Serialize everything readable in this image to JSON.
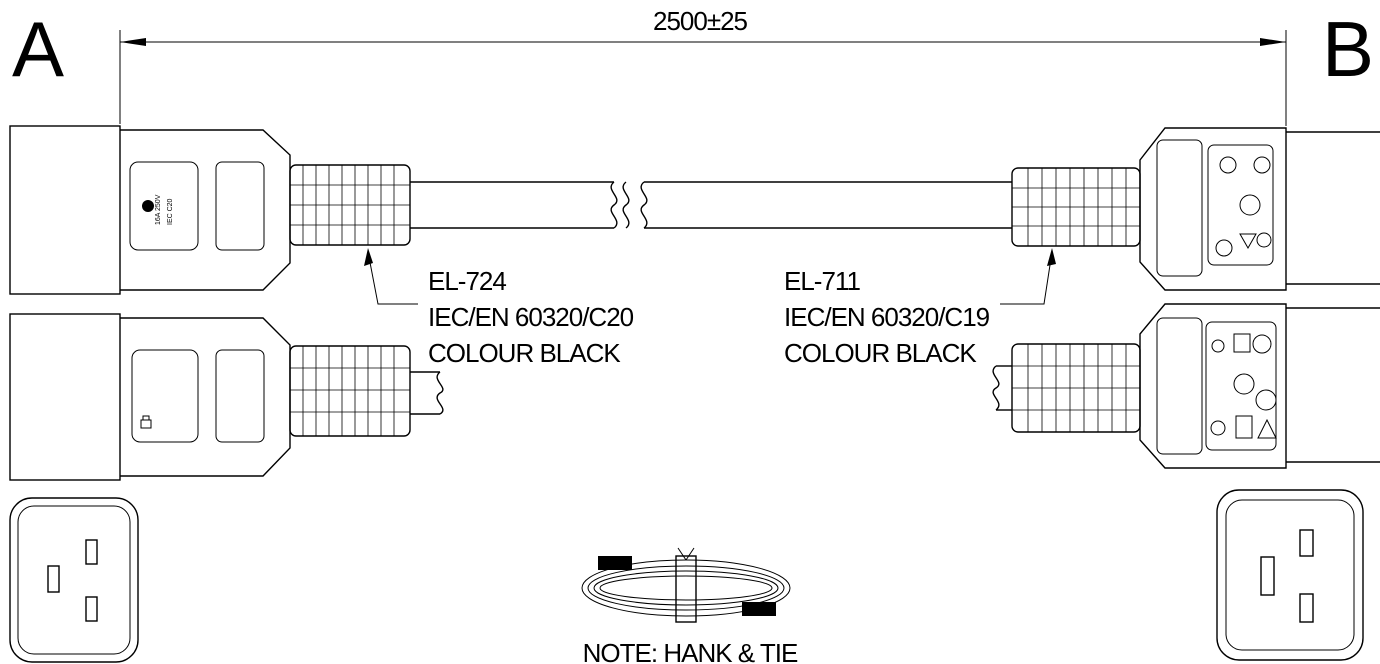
{
  "ends": {
    "a": "A",
    "b": "B"
  },
  "length": "2500±25",
  "connector_a": {
    "part": "EL-724",
    "standard": "IEC/EN 60320/C20",
    "colour": "COLOUR BLACK"
  },
  "connector_b": {
    "part": "EL-711",
    "standard": "IEC/EN 60320/C19",
    "colour": "COLOUR BLACK"
  },
  "note": "NOTE: HANK & TIE"
}
